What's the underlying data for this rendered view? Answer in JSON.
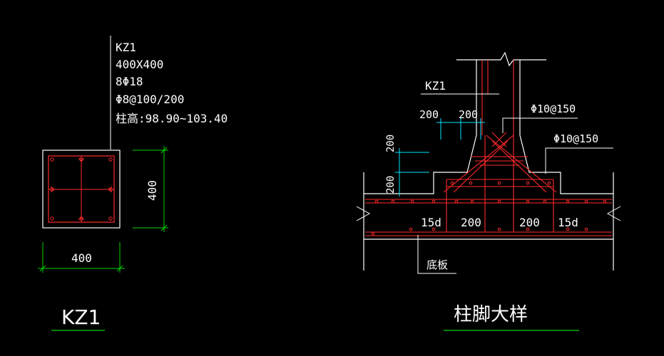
{
  "colors": {
    "background": "#000000",
    "outline": "#ffffff",
    "rebar": "#ff2a2a",
    "dimension": "#00d200",
    "dimension_cyan": "#00e5ff",
    "text": "#ffffff"
  },
  "column_section": {
    "labels": {
      "name": "KZ1",
      "size": "400X400",
      "main_bars": "8Φ18",
      "stirrups": "Φ8@100/200",
      "elevation": "柱高:98.90~103.40"
    },
    "dim_width": "400",
    "dim_height": "400",
    "title": "KZ1"
  },
  "footing_detail": {
    "column_label": "KZ1",
    "dim_top_left": "200",
    "dim_top_right": "200",
    "dim_left_upper": "200",
    "dim_left_lower": "200",
    "rebar_label_1": "Φ10@150",
    "rebar_label_2": "Φ10@150",
    "anchor_left": "15d",
    "anchor_right": "15d",
    "bottom_dim_left": "200",
    "bottom_dim_right": "200",
    "slab_label": "底板",
    "title": "柱脚大样"
  }
}
